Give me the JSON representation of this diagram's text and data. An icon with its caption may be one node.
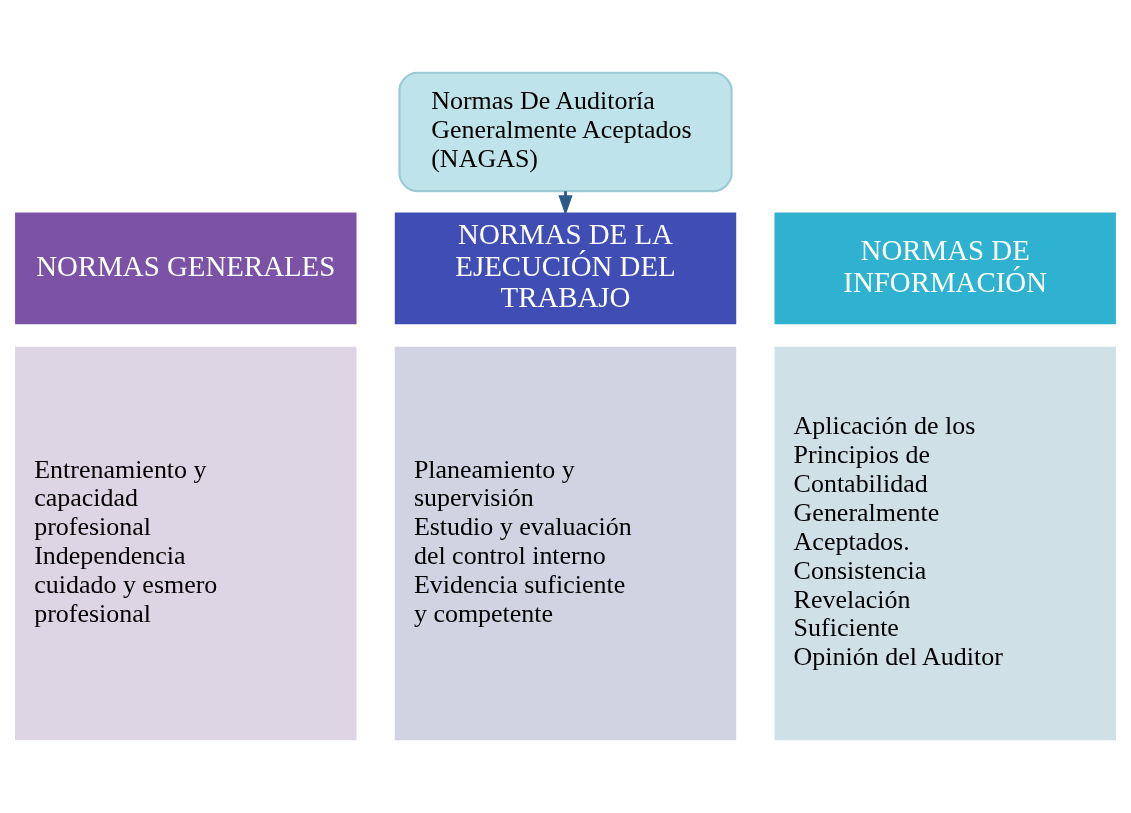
{
  "diagram": {
    "nodes": [
      {
        "text": [
          "Normas De Auditoría Generalmente Aceptados (NAGAS)"
        ]
      },
      {
        "text": [
          "NORMAS GENERALES"
        ]
      },
      {
        "text": [
          "Entrenamiento y capacidad profesional",
          "Independencia",
          "cuidado y esmero profesional"
        ]
      },
      {
        "text": [
          "NORMAS DE LA EJECUCIÓN DEL TRABAJO"
        ]
      },
      {
        "text": [
          "Planeamiento y supervisión",
          "Estudio y evaluación del control interno",
          "Evidencia suficiente y competente"
        ]
      },
      {
        "text": [
          "NORMAS DE INFORMACIÓN"
        ]
      },
      {
        "text": [
          "Aplicación de los Principios de Contabilidad Generalmente Aceptados.",
          "Consistencia",
          "Revelación Suficiente",
          "Opinión del Auditor"
        ]
      }
    ],
    "edges": [
      {
        "from": 0,
        "to": 3,
        "arrow": "to"
      }
    ]
  }
}
